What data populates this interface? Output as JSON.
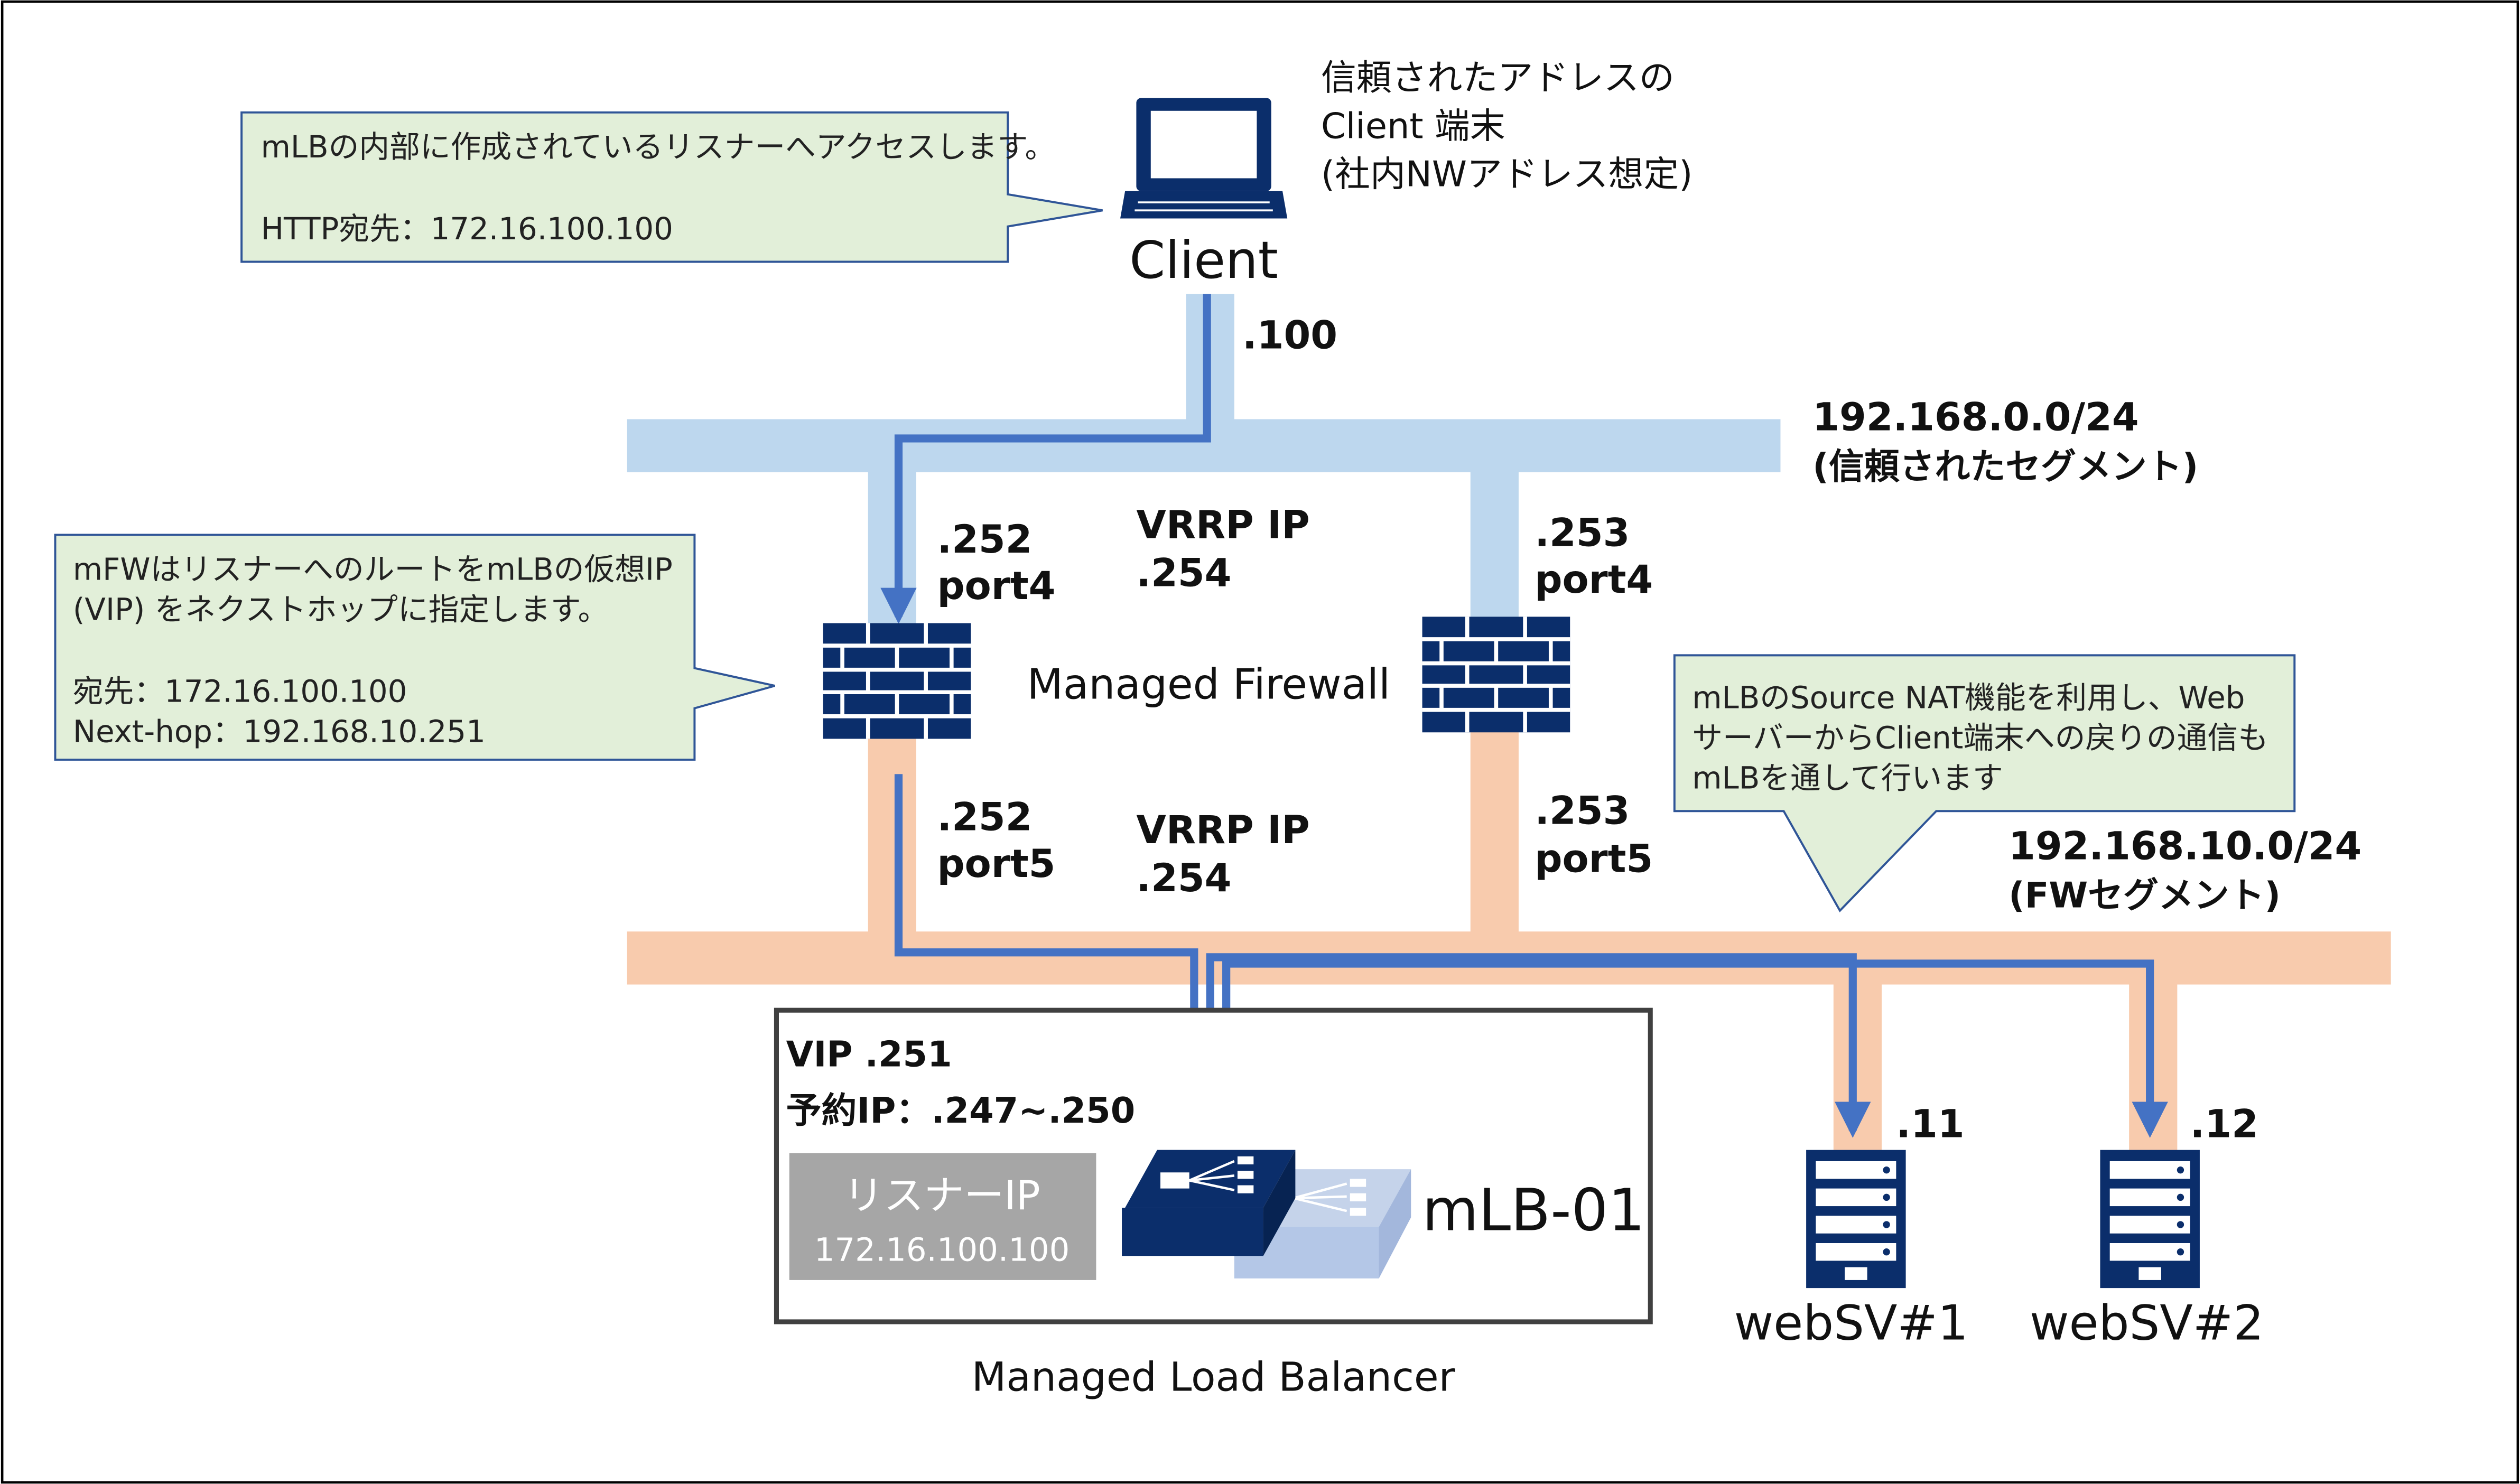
{
  "colors": {
    "trusted_segment": "#bdd7ee",
    "fw_segment": "#f8cbad",
    "flow_arrow": "#4472c4",
    "device": "#0b2e6b",
    "callout_fill": "#e2efd9",
    "callout_border": "#2f5597",
    "listener_box": "#a6a6a6",
    "mlb_secondary": "#b4c7e7"
  },
  "client": {
    "icon": "laptop-icon",
    "label": "Client",
    "desc_line1": "信頼されたアドレスの",
    "desc_line2": "Client 端末",
    "desc_line3": "(社内NWアドレス想定)",
    "ip": ".100"
  },
  "callouts": {
    "client": {
      "line1": "mLBの内部に作成されているリスナーへアクセスします。",
      "line2": "HTTP宛先：172.16.100.100"
    },
    "mfw": {
      "line1": "mFWはリスナーへのルートをmLBの仮想IP",
      "line2": "(VIP) をネクストホップに指定します。",
      "line3": "宛先：172.16.100.100",
      "line4": "Next-hop：192.168.10.251"
    },
    "snat": {
      "line1": "mLBのSource NAT機能を利用し、Web",
      "line2": "サーバーからClient端末への戻りの通信も",
      "line3": "mLBを通して行います"
    }
  },
  "segments": {
    "trusted": {
      "cidr": "192.168.0.0/24",
      "name": "(信頼されたセグメント)"
    },
    "fw": {
      "cidr": "192.168.10.0/24",
      "name": "(FWセグメント)"
    }
  },
  "firewall": {
    "label": "Managed Firewall",
    "fw1": {
      "upper_ip": ".252",
      "upper_port": "port4",
      "lower_ip": ".252",
      "lower_port": "port5"
    },
    "fw2": {
      "upper_ip": ".253",
      "upper_port": "port4",
      "lower_ip": ".253",
      "lower_port": "port5"
    },
    "vrrp_upper_line1": "VRRP IP",
    "vrrp_upper_line2": ".254",
    "vrrp_lower_line1": "VRRP IP",
    "vrrp_lower_line2": ".254"
  },
  "mlb": {
    "vip": "VIP .251",
    "reserved_ip": "予約IP：.247~.250",
    "listener_label": "リスナーIP",
    "listener_ip": "172.16.100.100",
    "name": "mLB-01",
    "caption": "Managed Load Balancer"
  },
  "servers": [
    {
      "ip": ".11",
      "label": "webSV#1"
    },
    {
      "ip": ".12",
      "label": "webSV#2"
    }
  ]
}
